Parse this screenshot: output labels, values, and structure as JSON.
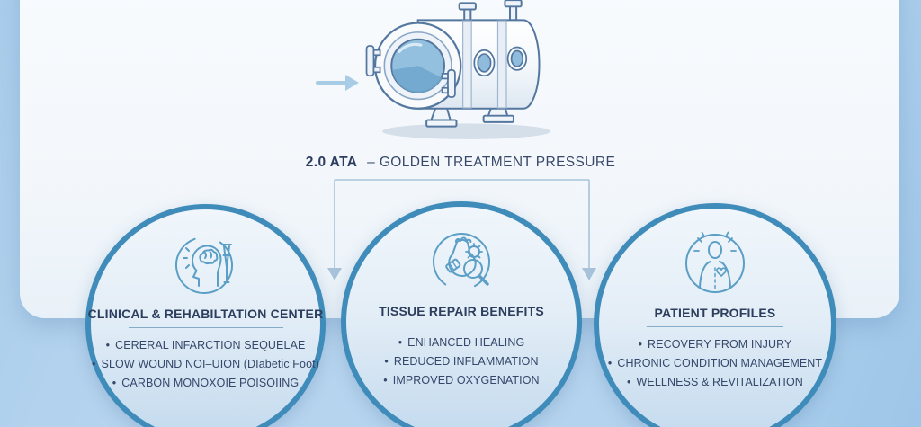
{
  "ui": {
    "bullet": "•"
  },
  "header": {
    "pressure_value": "2.0 ATA",
    "pressure_label": "– GOLDEN TREATMENT PRESSURE"
  },
  "illustration": {
    "name": "hyperbaric-oxygen-chamber",
    "arrow_icon": "arrow-right-icon"
  },
  "colors": {
    "background": "#b3d2ec",
    "card_surface": "#f7fafd",
    "circle_border": "#3f8cba",
    "icon_stroke": "#5b9ec6",
    "heading_text": "#2c3d5e",
    "body_text": "#35476a",
    "connector_line": "#a6c3db",
    "chamber_outline": "#54779f",
    "porthole_glass": "#8fbcdc"
  },
  "cards": [
    {
      "icon": "head-brain-crutch-icon",
      "title": "CLINICAL & REHABILTATION CENTER",
      "items": [
        "CERERAL INFARCTION SEQUELAE",
        "SLOW WOUND NOI–UION (DIabetic Foot)",
        "CARBON MONOXOIE POISOIING"
      ]
    },
    {
      "icon": "foot-gear-magnifier-icon",
      "title": "TISSUE REPAIR BENEFITS",
      "items": [
        "ENHANCED HEALING",
        "REDUCED INFLAMMATION",
        "IMPROVED OXYGENATION"
      ]
    },
    {
      "icon": "patient-figure-icon",
      "title": "PATIENT PROFILES",
      "items": [
        "RECOVERY FROM INJURY",
        "CHRONIC CONDITION MANAGEMENT",
        "WELLNESS & REVITALIZATION"
      ]
    }
  ]
}
